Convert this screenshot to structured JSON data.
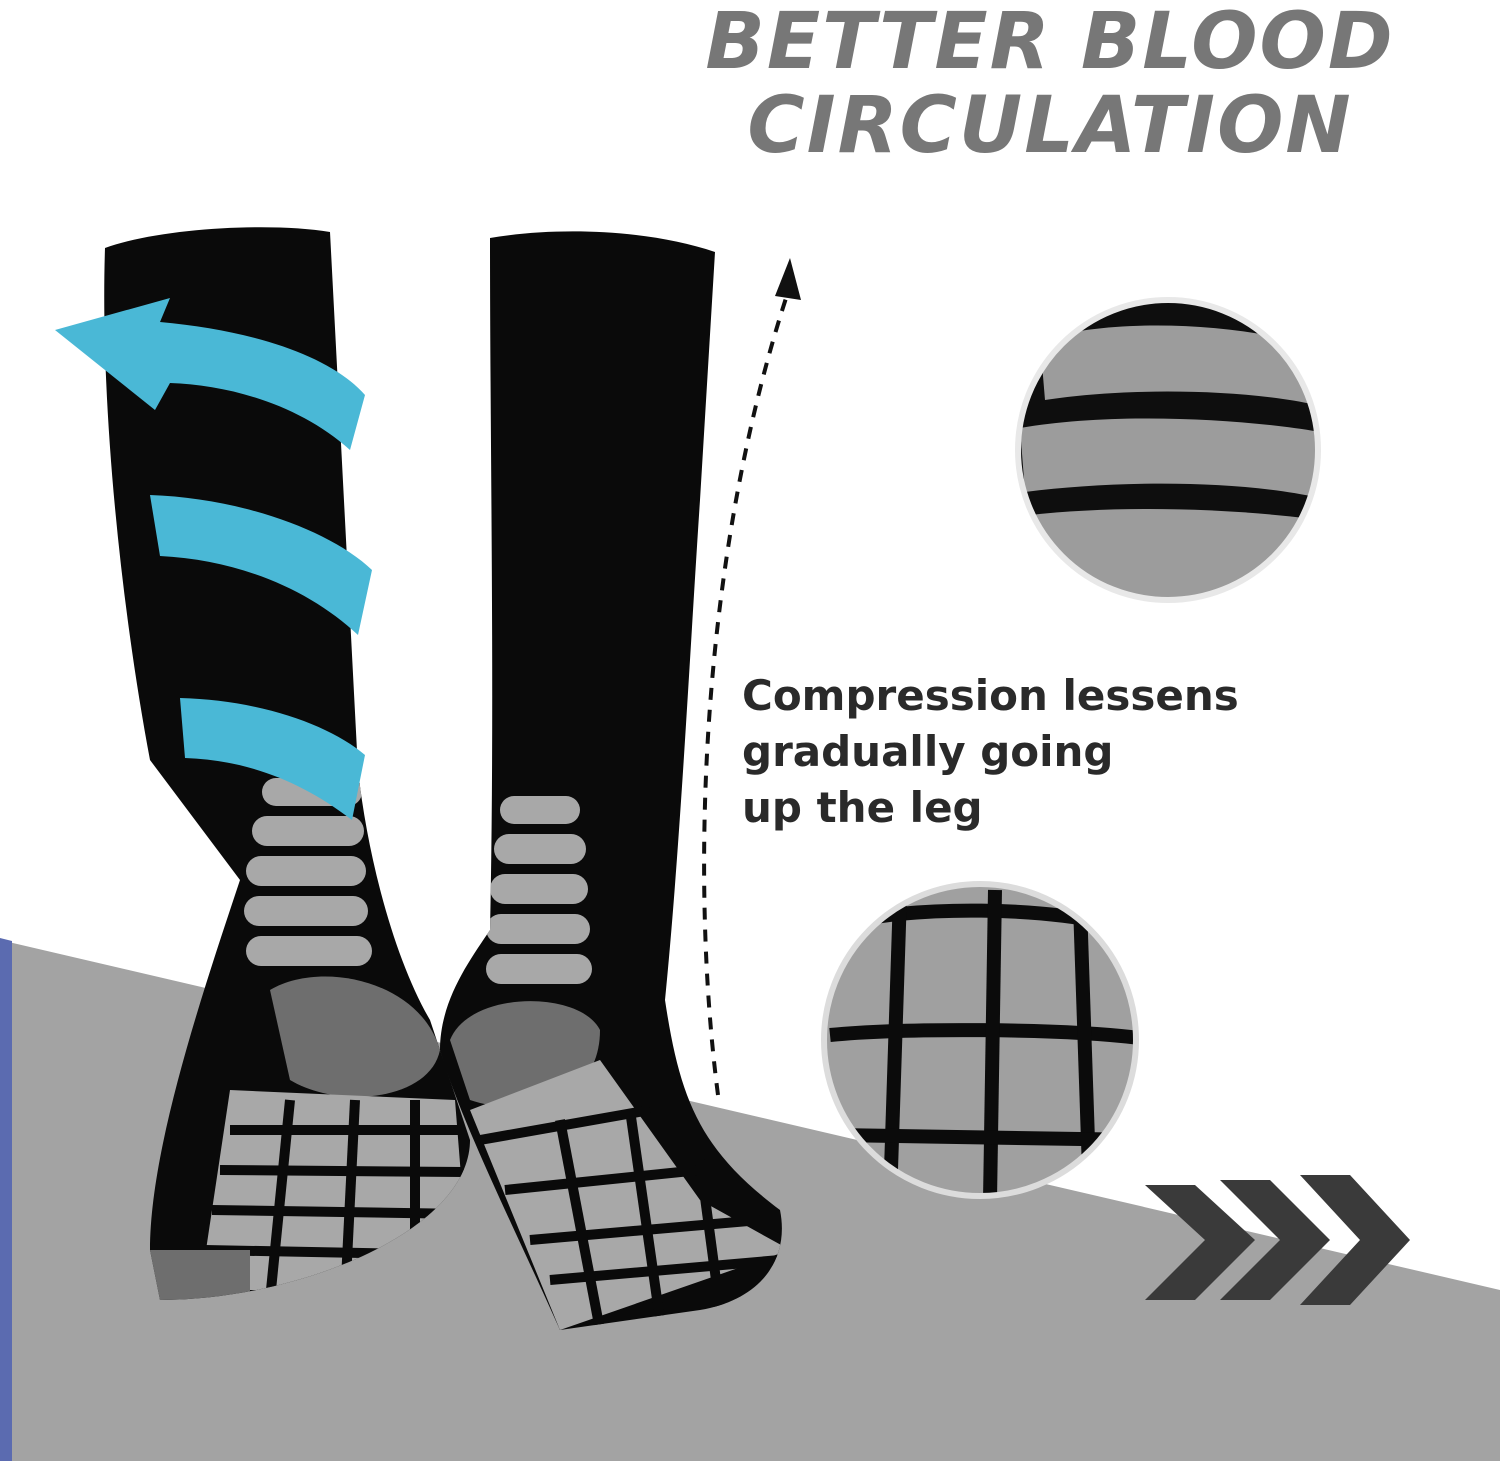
{
  "headline": {
    "line1": "BETTER BLOOD",
    "line2": "CIRCULATION",
    "color": "#777777"
  },
  "caption": {
    "line1": "Compression lessens",
    "line2": "gradually going",
    "line3": "up the leg",
    "color": "#2a2a2a"
  },
  "colors": {
    "sock_black": "#0a0a0a",
    "sock_grey": "#a8a8a8",
    "heel_grey": "#6e6e6e",
    "floor": "#a3a3a3",
    "floor_edge": "#5b6bb0",
    "flow_arrows": "#4ab8d6",
    "chevrons": "#3a3a3a"
  },
  "icons": {
    "flow": "curved-arrow-icon",
    "direction": "dotted-arrow-up-icon",
    "forward": "triple-chevron-right-icon"
  }
}
